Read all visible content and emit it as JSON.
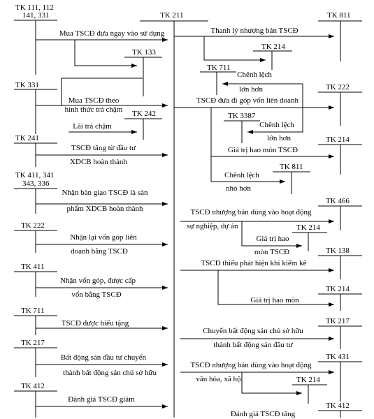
{
  "accounts": {
    "tk111_112": "TK 111, 112",
    "tk141_331": "141, 331",
    "tk211": "TK 211",
    "tk811_top": "TK 811",
    "tk133": "TK 133",
    "tk214_a": "TK 214",
    "tk331": "TK 331",
    "tk711_a": "TK 711",
    "tk222_right": "TK 222",
    "tk242": "TK 242",
    "tk3387": "TK 3387",
    "tk241": "TK 241",
    "tk214_b": "TK 214",
    "tk411_341": "TK 411, 341",
    "tk343_336": "343, 336",
    "tk811_b": "TK 811",
    "tk466": "TK 466",
    "tk222_left": "TK 222",
    "tk214_c": "TK 214",
    "tk138": "TK 138",
    "tk411": "TK 411",
    "tk214_d": "TK 214",
    "tk711_b": "TK 711",
    "tk217_right": "TK 217",
    "tk217_left": "TK 217",
    "tk431": "TK 431",
    "tk214_e": "TK 214",
    "tk412_left": "TK 412",
    "tk412_right": "TK 412"
  },
  "left_entries": {
    "buy_direct": "Mua TSCĐ đưa ngay vào sử dụng",
    "buy_installment_1": "Mua TSCĐ theo",
    "buy_installment_2": "hình thức trả chậm",
    "installment_interest": "Lãi trả chậm",
    "construction_1": "TSCĐ tăng từ đầu tư",
    "construction_2": "XDCB hoàn thành",
    "handover_1": "Nhận bàn giao TSCĐ là sản",
    "handover_2": "phẩm XDCB hoàn thành",
    "capital_return_1": "Nhận lại vốn góp liên",
    "capital_return_2": "doanh bằng TSCĐ",
    "capital_received_1": "Nhận vốn góp, được cấp",
    "capital_received_2": "vốn bằng TSCĐ",
    "donated": "TSCĐ được biếu tặng",
    "investment_property_1": "Bất động sản đầu tư chuyển",
    "investment_property_2": "thành bất động sản chủ sở hữu",
    "revalue_down": "Đánh giá TSCĐ giảm"
  },
  "right_entries": {
    "liquidation": "Thanh lý nhượng bán TSCĐ",
    "diff_higher_label": "Chênh lệch",
    "diff_higher_value": "lớn hơn",
    "contribute_jv": "TSCĐ đưa đi góp vốn liên doanh",
    "diff_higher_2_label": "Chênh lệch",
    "diff_higher_2_value": "lớn hơn",
    "depreciation_value": "Giá trị hao mòn TSCĐ",
    "diff_lower_label": "Chênh lệch",
    "diff_lower_value": "nhỏ hơn",
    "sell_career_1": "TSCĐ nhượng bán dùng vào hoạt động",
    "sell_career_2": "sự nghiệp, dự án",
    "career_dep_1": "Giá trị hao",
    "career_dep_2": "mòn TSCĐ",
    "shortage": "TSCĐ thiếu phát hiện khi kiểm kê",
    "shortage_dep": "Giá trị hao mòn",
    "to_investment_1": "Chuyển bất động sản chủ sở hữu",
    "to_investment_2": "thành bất động sản đầu tư",
    "sell_welfare_1": "TSCĐ nhượng bán dùng vào hoạt động",
    "sell_welfare_2": "văn hóa, xã hội",
    "revalue_up": "Đánh giá TSCĐ tăng"
  }
}
